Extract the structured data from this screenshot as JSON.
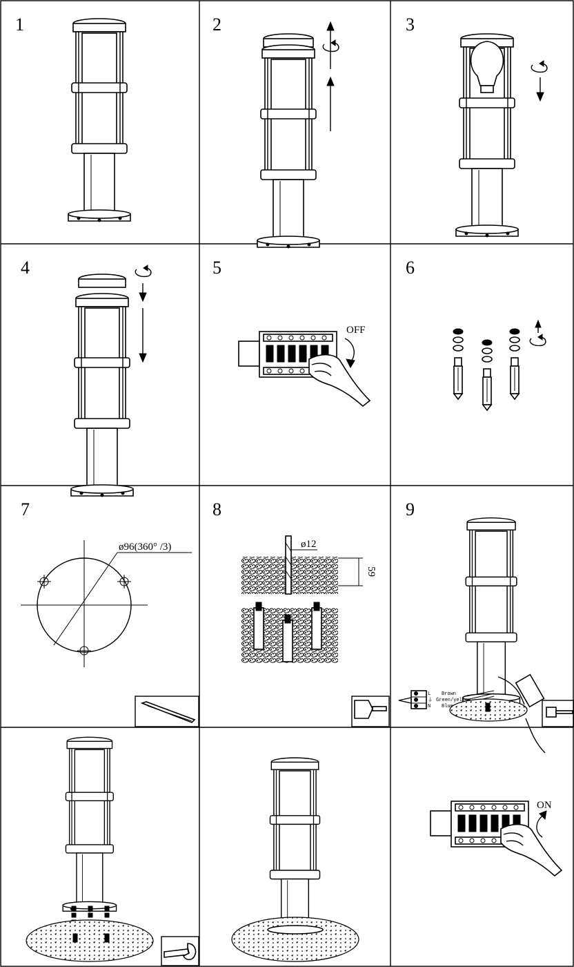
{
  "steps": [
    "1",
    "2",
    "3",
    "4",
    "5",
    "6",
    "7",
    "8",
    "9"
  ],
  "labels": {
    "off": "OFF",
    "on": "ON",
    "diameter": "ø96(360° /3)",
    "drill_diameter": "ø12",
    "depth": "59"
  },
  "wiring": {
    "terminals": [
      "L",
      "⏚",
      "N"
    ],
    "wires": [
      "Brown",
      "Green/yellow",
      "Blue"
    ]
  },
  "colors": {
    "line": "#000000",
    "background": "#ffffff"
  },
  "icons": [
    "rotate-arrow-icon",
    "straight-arrow-icon",
    "pencil-icon",
    "drill-icon",
    "screwdriver-icon",
    "wrench-icon"
  ]
}
